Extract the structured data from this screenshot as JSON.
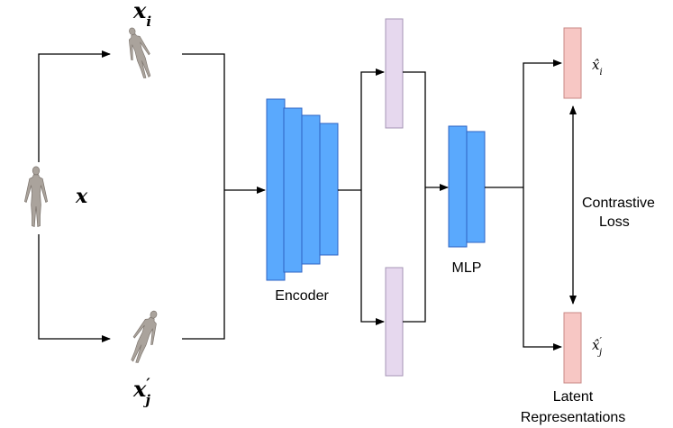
{
  "inputs": {
    "x_i": {
      "base": "x",
      "sub": "i"
    },
    "x": {
      "base": "x"
    },
    "x_j": {
      "base": "x",
      "prime": "′",
      "sub": "j"
    }
  },
  "encoder": {
    "label": "Encoder"
  },
  "mlp": {
    "label": "MLP"
  },
  "outputs": {
    "xhat_i": {
      "base": "x̂",
      "sub": "i"
    },
    "xhat_j": {
      "base": "x̂",
      "prime": "′",
      "sub": "j"
    }
  },
  "loss": {
    "line1": "Contrastive",
    "line2": "Loss"
  },
  "latent": {
    "line1": "Latent",
    "line2": "Representations"
  },
  "colors": {
    "encoder_fill": "#5aa9fd",
    "encoder_stroke": "#2f64c4",
    "feature_fill": "#e6d8ee",
    "feature_stroke": "#a595b5",
    "output_fill": "#f7c7c4",
    "output_stroke": "#c98886",
    "figure_fill": "#aaa39c",
    "figure_stroke": "#7c746d"
  },
  "icons": [
    "human-figure-icon",
    "human-figure-icon",
    "human-figure-icon"
  ]
}
